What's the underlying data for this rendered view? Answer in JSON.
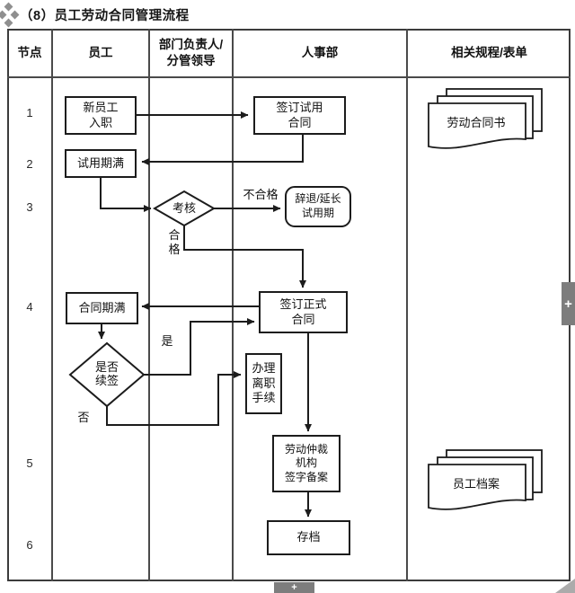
{
  "page": {
    "title": "（8）员工劳动合同管理流程"
  },
  "table": {
    "headers": {
      "node": "节点",
      "employee": "员工",
      "dept": "部门负责人/\n分管领导",
      "hr": "人事部",
      "forms": "相关规程/表单"
    },
    "node_labels": [
      "1",
      "2",
      "3",
      "4",
      "5",
      "6"
    ]
  },
  "steps": {
    "new_employee": "新员工\n入职",
    "probation_end": "试用期满",
    "sign_probation": "签订试用\n合同",
    "assessment": "考核",
    "dismiss_extend": "辞退/延长\n试用期",
    "sign_formal": "签订正式\n合同",
    "contract_end": "合同期满",
    "renew_decision": "是否\n续签",
    "resignation": "办理\n离职\n手续",
    "arbitration": "劳动仲裁\n机构\n签字备案",
    "archive": "存档"
  },
  "edge_labels": {
    "fail": "不合格",
    "pass": "合\n格",
    "yes": "是",
    "no": "否"
  },
  "documents": {
    "labor_contract": "劳动合同书",
    "employee_file": "员工档案"
  },
  "widgets": {
    "side_plus": "+",
    "bottom_plus": "+"
  },
  "colors": {
    "line": "#1c1c1c",
    "table_border": "#3c3c3c",
    "tab_gray": "#7d7d7d",
    "background": "#ffffff"
  }
}
